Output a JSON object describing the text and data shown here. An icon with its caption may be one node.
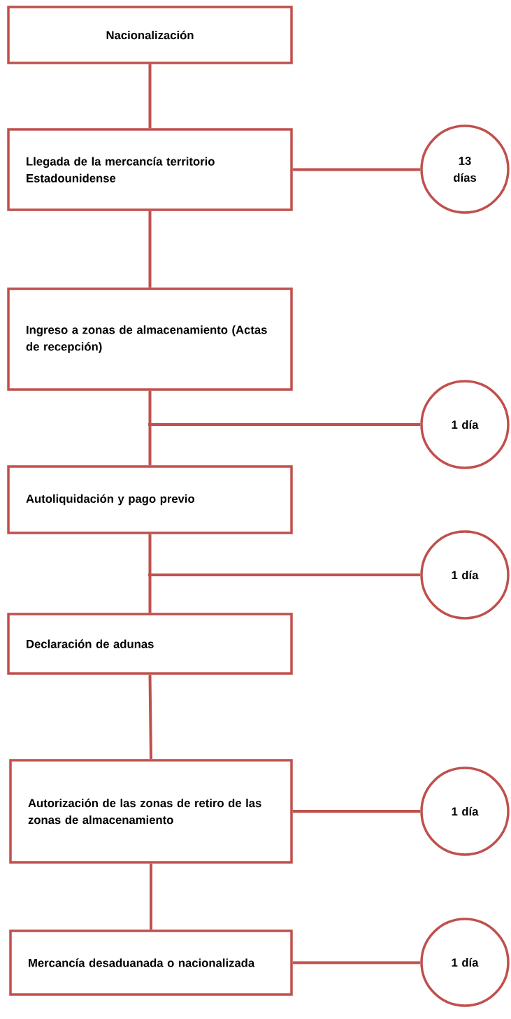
{
  "diagram": {
    "nodes": [
      {
        "text": [
          "Nacionalización"
        ]
      },
      {
        "text": [
          "Llegada de la mercancía territorio Estadounidense"
        ]
      },
      {
        "text": [
          "Ingreso a zonas de almacenamiento (Actas de recepción)"
        ]
      },
      {
        "text": [
          "Autoliquidación y pago previo"
        ]
      },
      {
        "text": [
          "Declaración de adunas"
        ]
      },
      {
        "text": [
          "Autorización de las zonas de retiro de las zonas de almacenamiento"
        ]
      },
      {
        "text": [
          "Mercancía desaduanada o nacionalizada"
        ]
      },
      {
        "text": [
          "13 días"
        ]
      },
      {
        "text": [
          "1 día"
        ]
      },
      {
        "text": [
          "1 día"
        ]
      },
      {
        "text": [
          "1 día"
        ]
      },
      {
        "text": [
          "1 día"
        ]
      }
    ],
    "edges": [
      {
        "from": 0,
        "to": 1,
        "arrow": "none"
      },
      {
        "from": 1,
        "to": 2,
        "arrow": "none"
      },
      {
        "from": 2,
        "to": 3,
        "arrow": "none"
      },
      {
        "from": 3,
        "to": 4,
        "arrow": "none"
      },
      {
        "from": 4,
        "to": 5,
        "arrow": "none"
      },
      {
        "from": 5,
        "to": 6,
        "arrow": "none"
      },
      {
        "from": 1,
        "to": 7,
        "arrow": "none"
      },
      {
        "from": null,
        "to": 8,
        "arrow": "none"
      },
      {
        "from": null,
        "to": 9,
        "arrow": "none"
      },
      {
        "from": 5,
        "to": 10,
        "arrow": "none"
      },
      {
        "from": 6,
        "to": 11,
        "arrow": "none"
      }
    ]
  }
}
